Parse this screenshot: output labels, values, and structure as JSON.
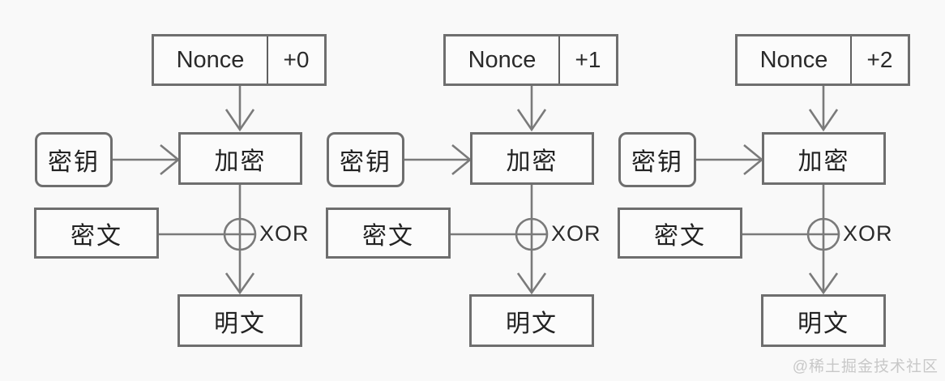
{
  "diagrams": [
    {
      "nonce_label": "Nonce",
      "counter": "+0",
      "key_label": "密钥",
      "encrypt_label": "加密",
      "ciphertext_label": "密文",
      "xor_label": "XOR",
      "plaintext_label": "明文"
    },
    {
      "nonce_label": "Nonce",
      "counter": "+1",
      "key_label": "密钥",
      "encrypt_label": "加密",
      "ciphertext_label": "密文",
      "xor_label": "XOR",
      "plaintext_label": "明文"
    },
    {
      "nonce_label": "Nonce",
      "counter": "+2",
      "key_label": "密钥",
      "encrypt_label": "加密",
      "ciphertext_label": "密文",
      "xor_label": "XOR",
      "plaintext_label": "明文"
    }
  ],
  "watermark": "@稀土掘金技术社区",
  "colors": {
    "box_border": "#6e6e6e",
    "line": "#7a7a7a",
    "text": "#222222",
    "watermark": "#c8c8c8",
    "background": "#f9f9f9"
  }
}
